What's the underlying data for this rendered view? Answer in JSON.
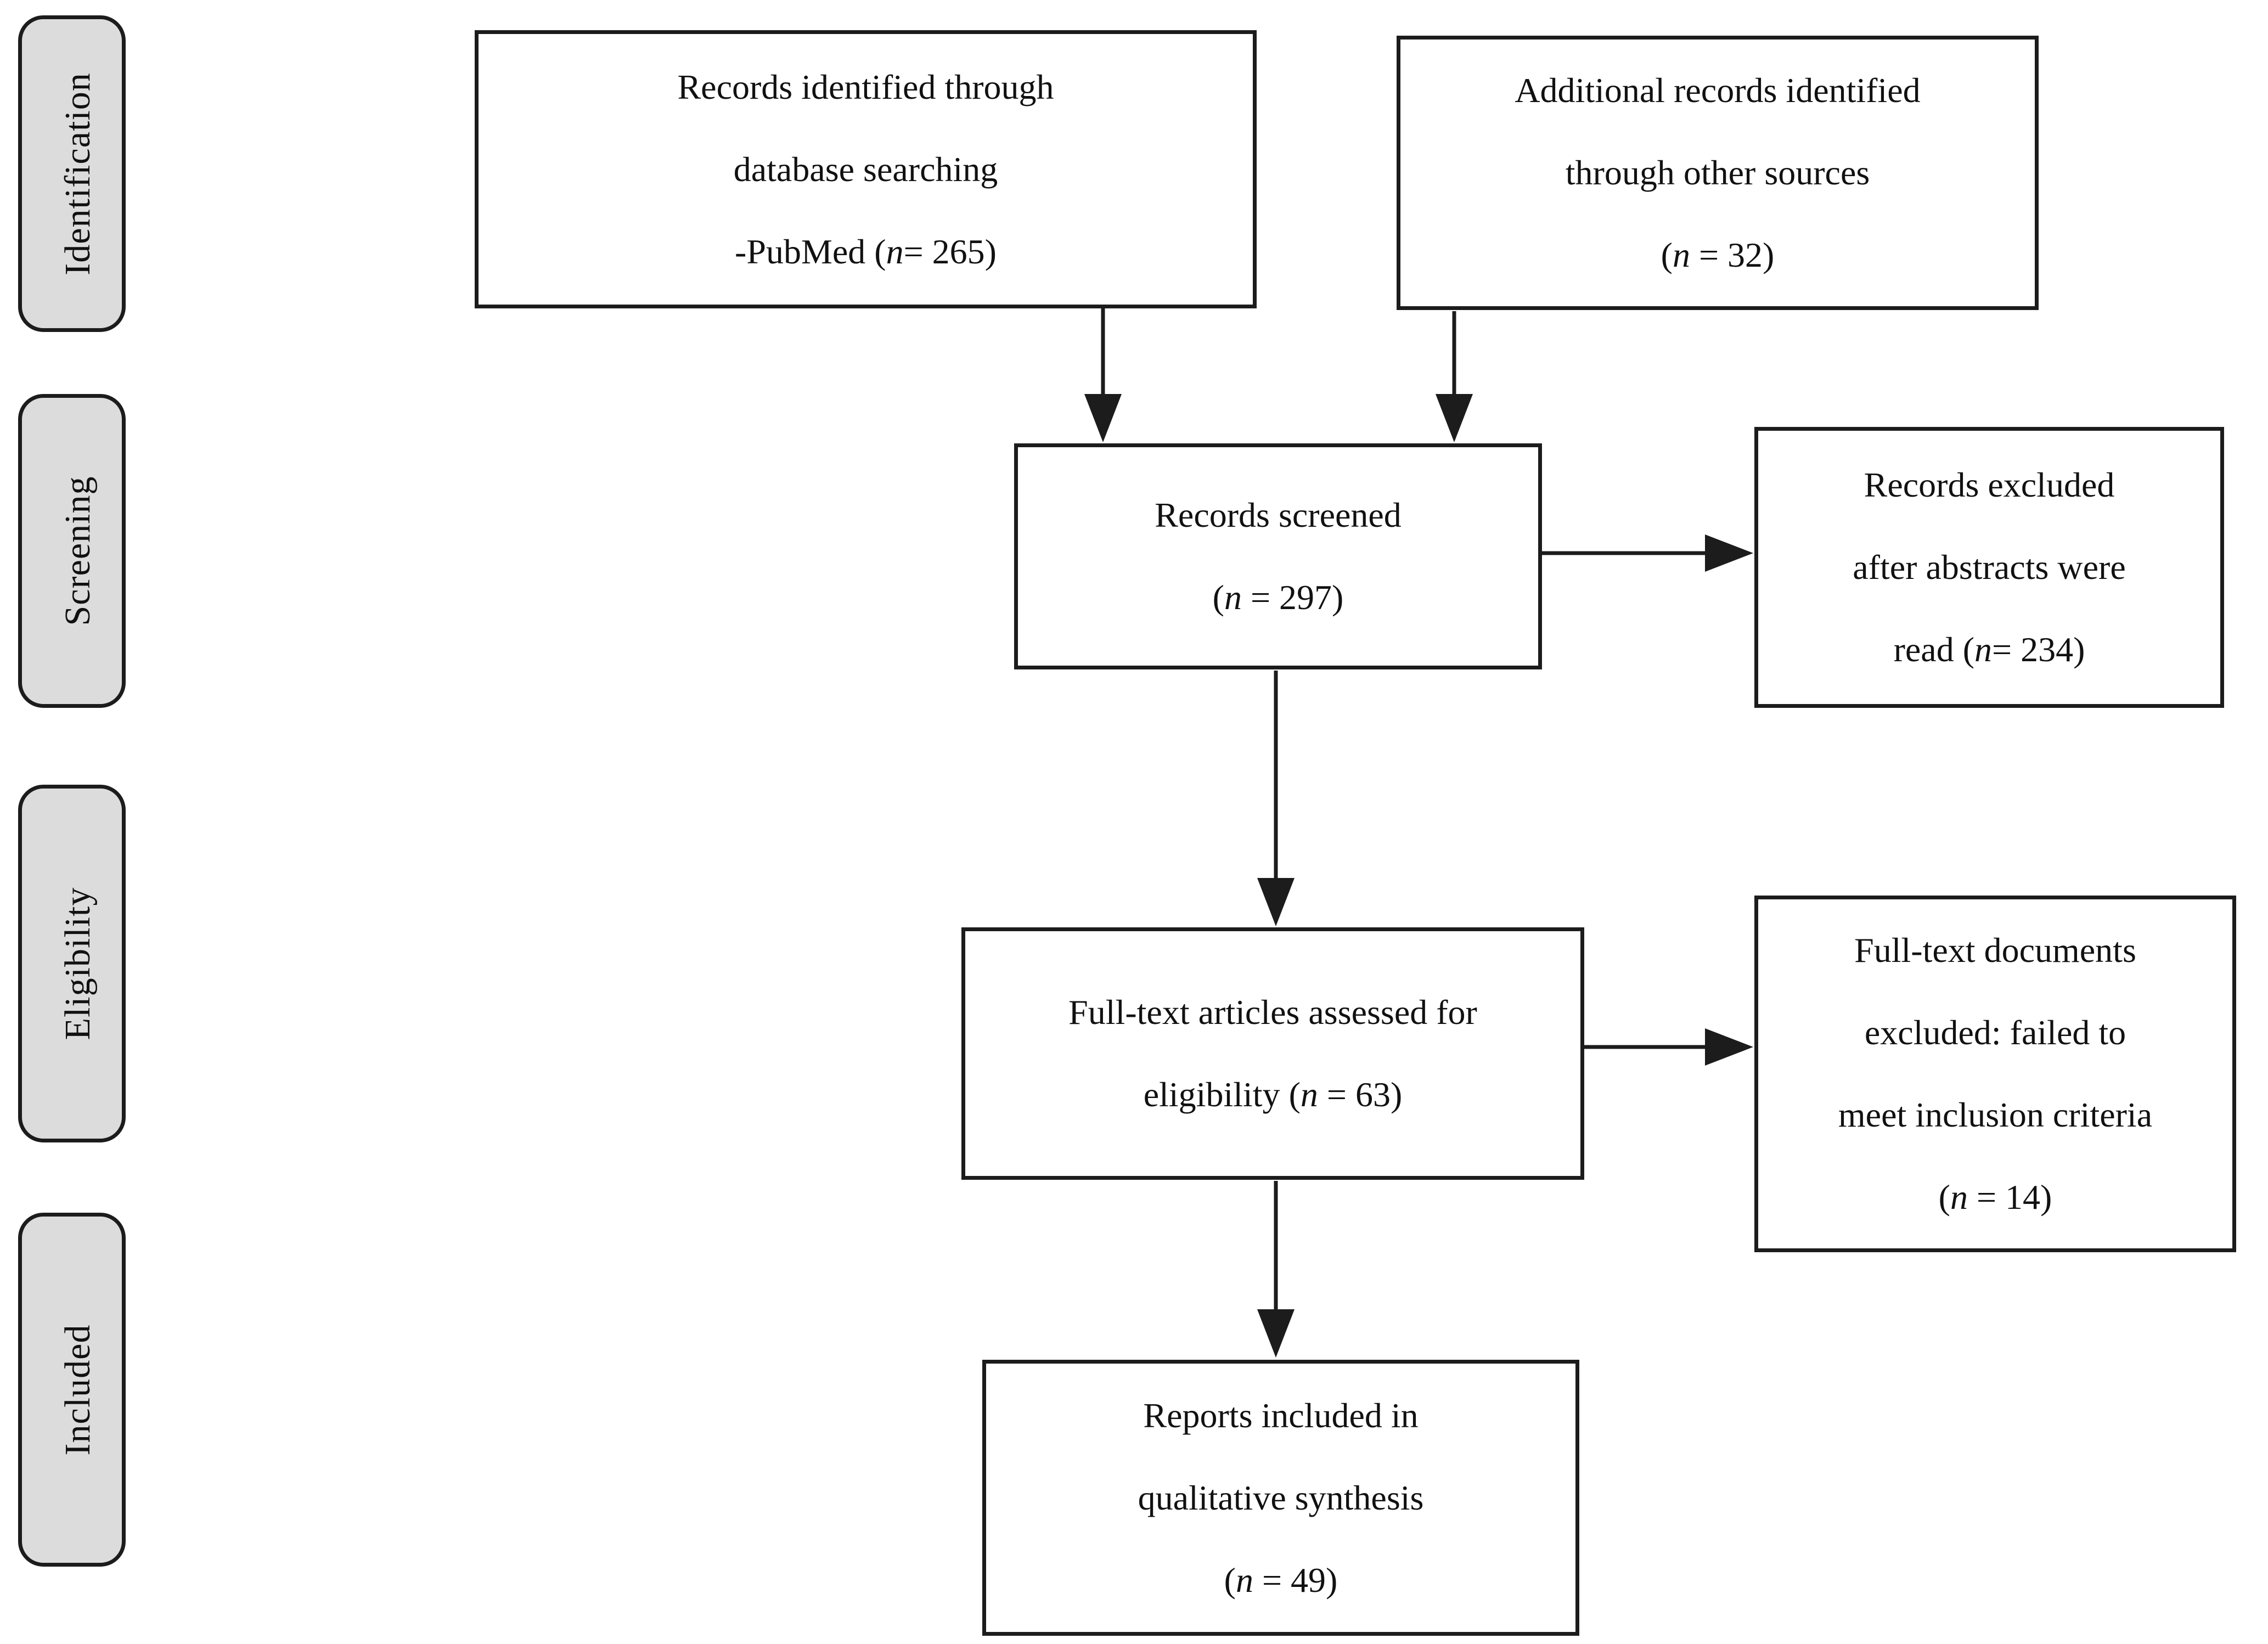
{
  "figure": {
    "type": "prisma-flow-diagram",
    "colors": {
      "stage_fill": "#dcdcdc",
      "box_fill": "#ffffff",
      "line_color": "#1c1c1c",
      "text_color": "#111111"
    }
  },
  "stages": [
    {
      "id": "identification",
      "label": "Identification"
    },
    {
      "id": "screening",
      "label": "Screening"
    },
    {
      "id": "eligibility",
      "label": "Eligibility"
    },
    {
      "id": "included",
      "label": "Included"
    }
  ],
  "boxes": [
    {
      "id": "records-identified",
      "n_value": 265,
      "segments": [
        {
          "t": "Records identified through\ndatabase searching\n-PubMed (",
          "i": false
        },
        {
          "t": "n",
          "i": true
        },
        {
          "t": "= 265)",
          "i": false
        }
      ]
    },
    {
      "id": "additional-records",
      "n_value": 32,
      "segments": [
        {
          "t": "Additional records identified\nthrough other sources\n(",
          "i": false
        },
        {
          "t": "n",
          "i": true
        },
        {
          "t": " = 32)",
          "i": false
        }
      ]
    },
    {
      "id": "records-screened",
      "n_value": 297,
      "segments": [
        {
          "t": "Records screened\n(",
          "i": false
        },
        {
          "t": "n",
          "i": true
        },
        {
          "t": " = 297)",
          "i": false
        }
      ]
    },
    {
      "id": "records-excluded",
      "n_value": 234,
      "segments": [
        {
          "t": "Records excluded\nafter abstracts were\nread (",
          "i": false
        },
        {
          "t": "n",
          "i": true
        },
        {
          "t": "= 234)",
          "i": false
        }
      ]
    },
    {
      "id": "fulltext-assessed",
      "n_value": 63,
      "segments": [
        {
          "t": "Full-text articles assessed for\neligibility (",
          "i": false
        },
        {
          "t": "n",
          "i": true
        },
        {
          "t": " = 63)",
          "i": false
        }
      ]
    },
    {
      "id": "fulltext-excluded",
      "n_value": 14,
      "segments": [
        {
          "t": "Full-text documents\nexcluded: failed to\nmeet inclusion criteria\n(",
          "i": false
        },
        {
          "t": "n",
          "i": true
        },
        {
          "t": " = 14)",
          "i": false
        }
      ]
    },
    {
      "id": "reports-included",
      "n_value": 49,
      "segments": [
        {
          "t": "Reports included in\nqualitative synthesis\n(",
          "i": false
        },
        {
          "t": "n",
          "i": true
        },
        {
          "t": " = 49)",
          "i": false
        }
      ]
    }
  ]
}
